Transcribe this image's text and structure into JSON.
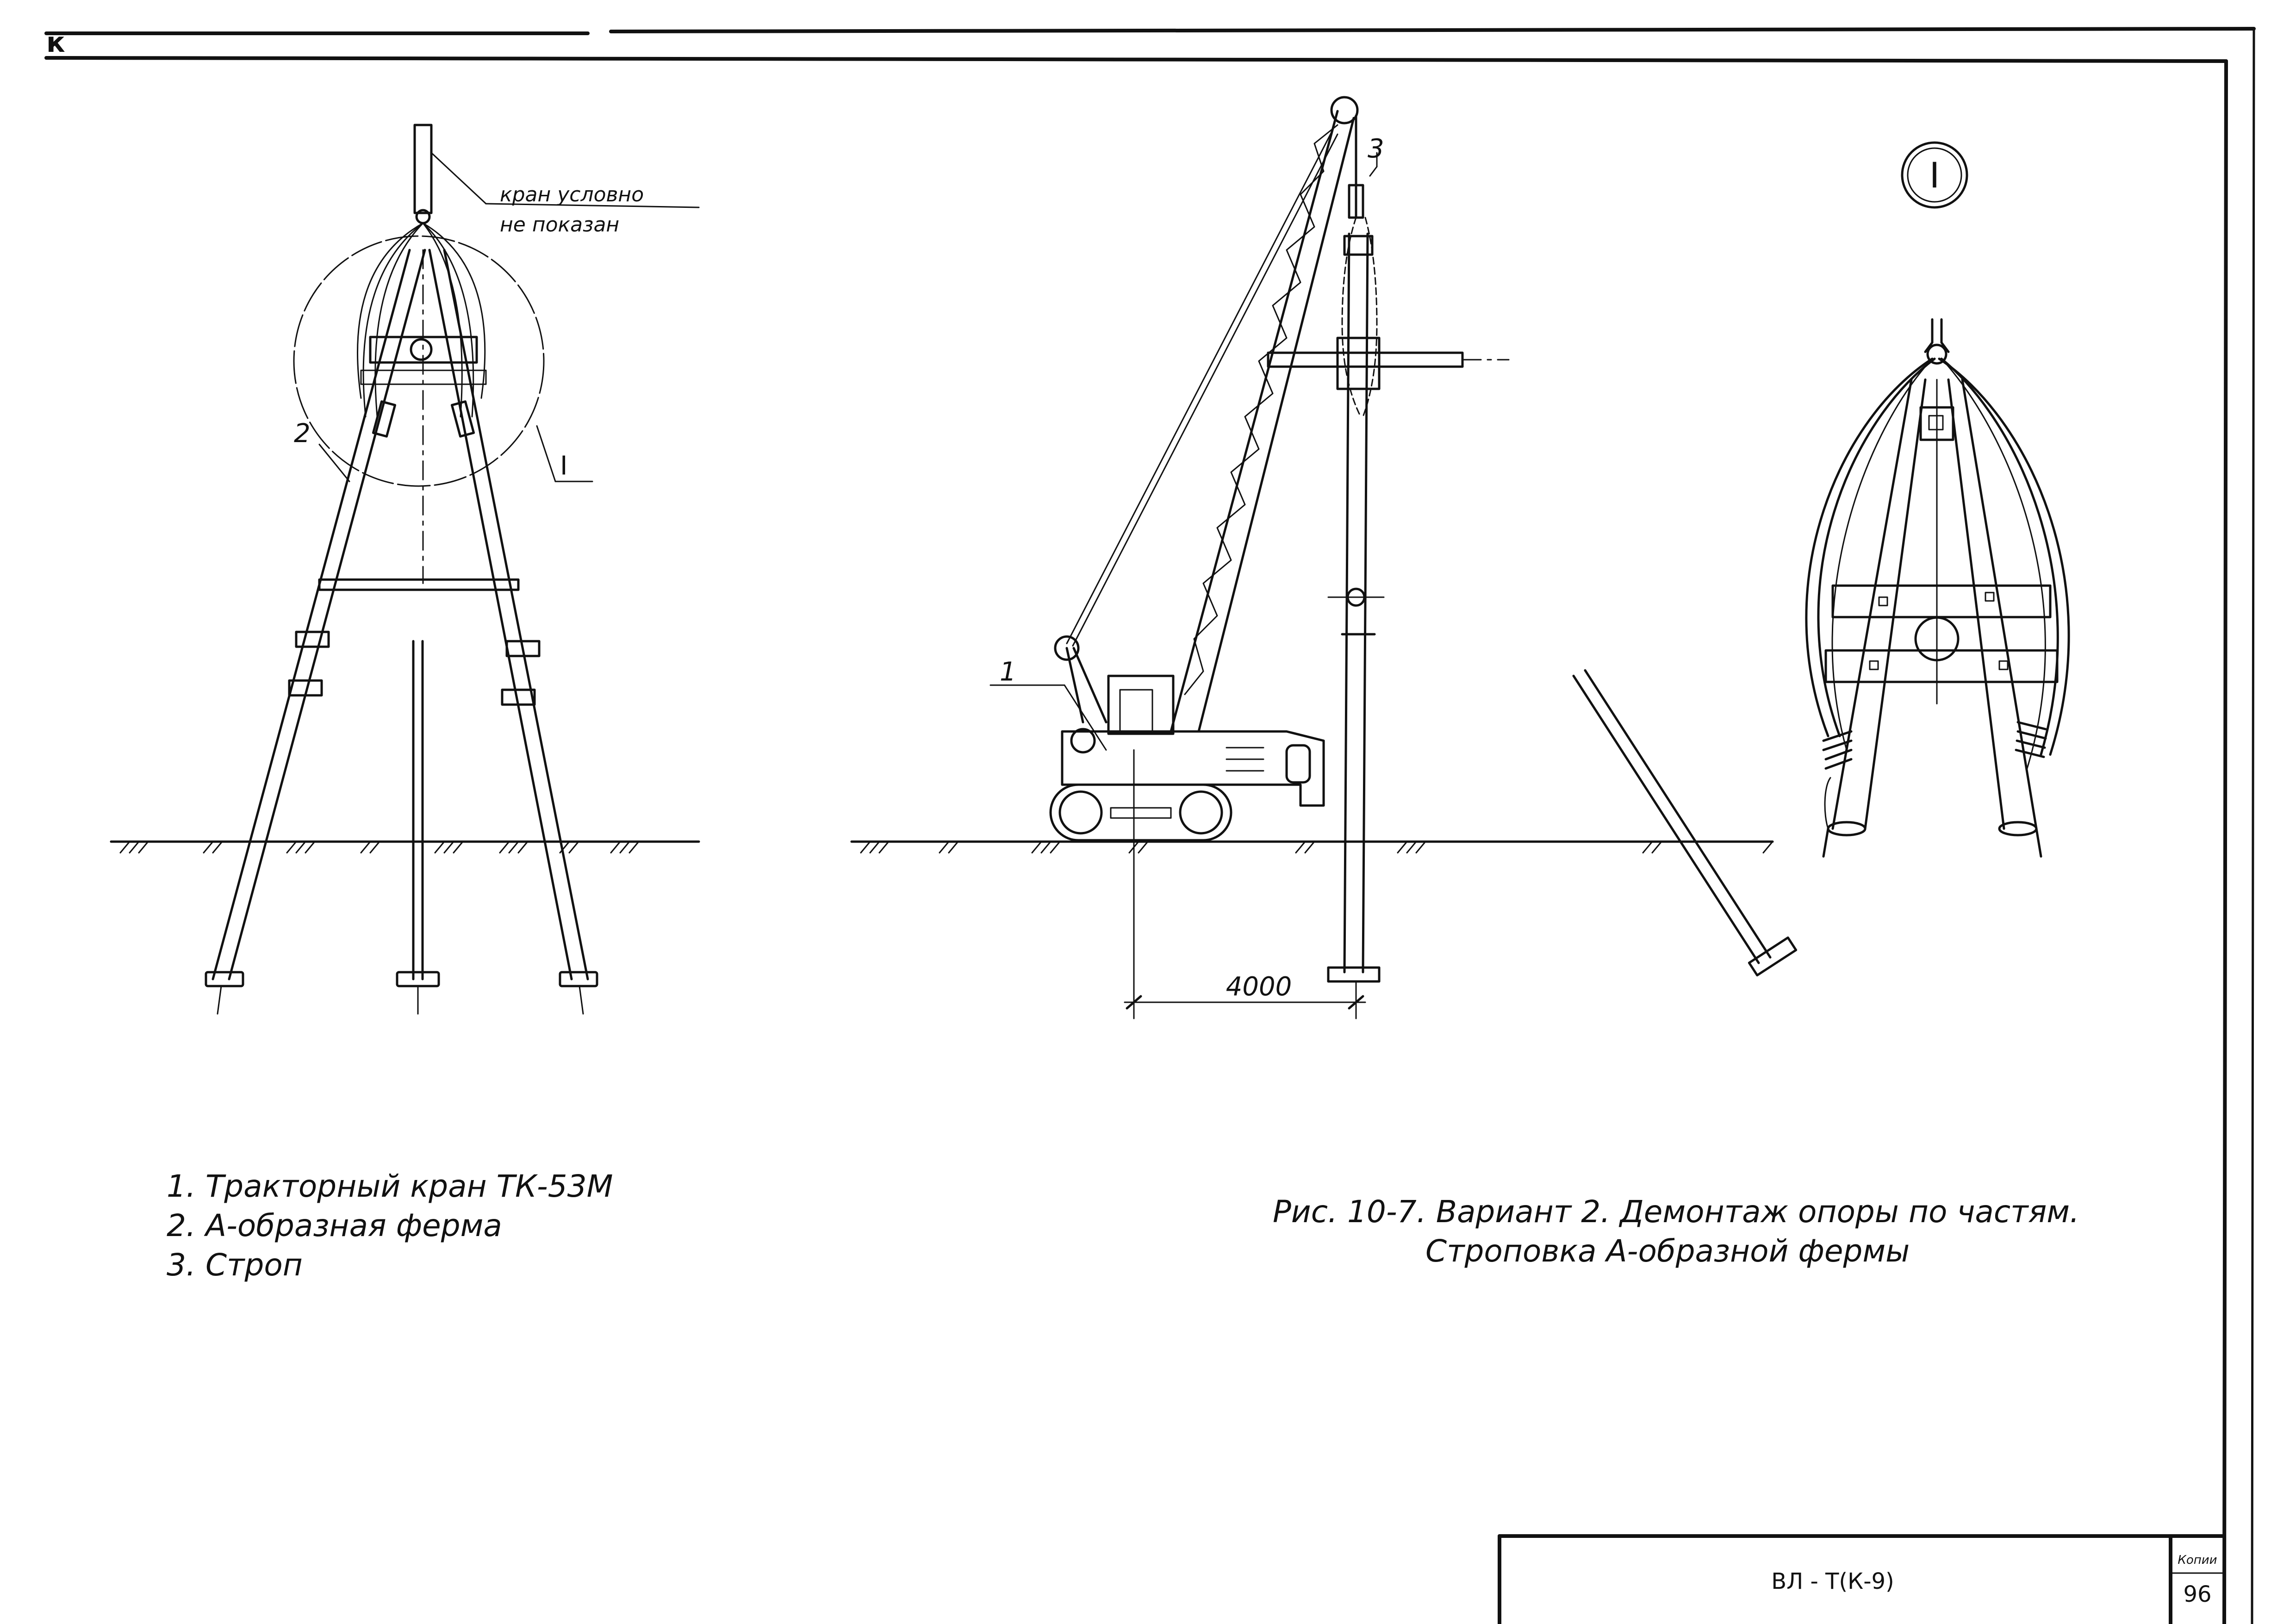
{
  "sheet": {
    "corner_mark": "к",
    "stamp_code": "ВЛ - Т(К-9)",
    "page_number": "96",
    "corner_label": "Копии"
  },
  "figure_left": {
    "callout_text_line1": "кран условно",
    "callout_text_line2": "не показан",
    "callout_truss": "2",
    "callout_detail": "I"
  },
  "figure_middle": {
    "callout_crane": "1",
    "callout_sling": "3",
    "dimension": "4000"
  },
  "figure_right": {
    "detail_marker": "I"
  },
  "legend": {
    "items": [
      "1. Тракторный кран ТК-53М",
      "2. А-образная ферма",
      "3. Строп"
    ]
  },
  "caption": {
    "line1": "Рис. 10-7. Вариант 2. Демонтаж опоры по частям.",
    "line2": "Строповка А-образной фермы"
  }
}
